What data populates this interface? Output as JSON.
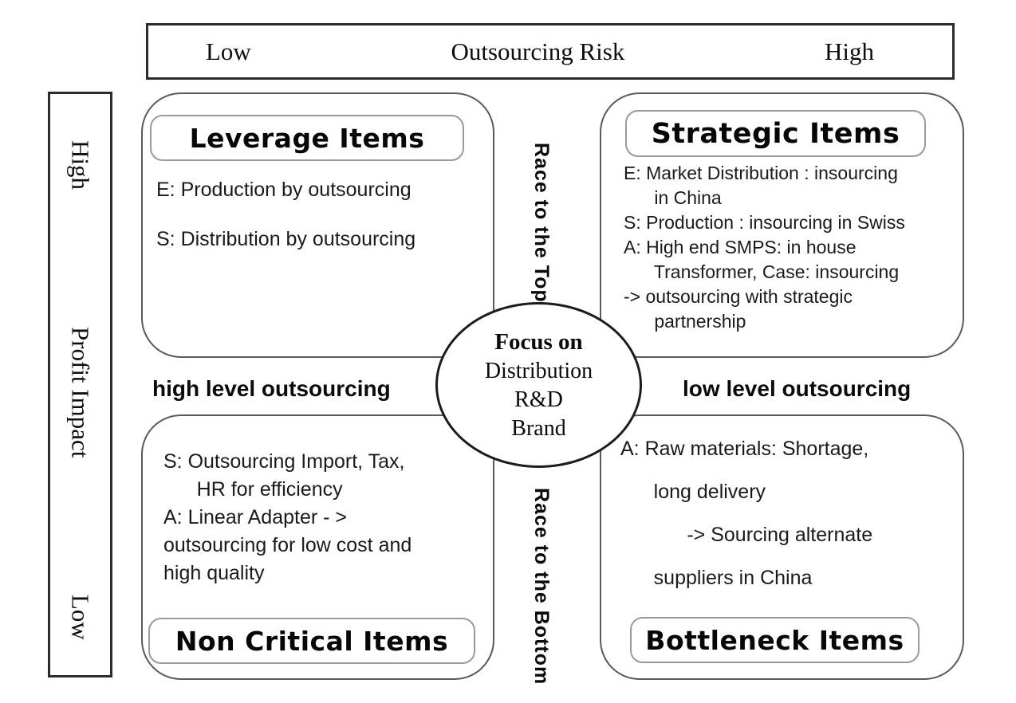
{
  "axes": {
    "top": {
      "low": "Low",
      "title": "Outsourcing Risk",
      "high": "High"
    },
    "left": {
      "high": "High",
      "title": "Profit Impact",
      "low": "Low"
    }
  },
  "quadrants": {
    "leverage": {
      "title": "Leverage Items",
      "body": "E: Production by outsourcing\n\nS: Distribution by outsourcing"
    },
    "strategic": {
      "title": "Strategic Items",
      "body": "E: Market Distribution : insourcing\n      in China\nS: Production : insourcing in Swiss\nA: High end SMPS: in house\n      Transformer, Case: insourcing\n-> outsourcing with strategic\n      partnership"
    },
    "non_critical": {
      "title": "Non Critical Items",
      "body": "S: Outsourcing Import, Tax,\n      HR for efficiency\nA: Linear Adapter - >\noutsourcing for low cost and\nhigh quality"
    },
    "bottleneck": {
      "title": "Bottleneck Items",
      "body": "A: Raw materials: Shortage,\n      long delivery\n            -> Sourcing alternate\n      suppliers in China"
    }
  },
  "middle": {
    "race_top": "Race to the Top",
    "race_bottom": "Race to the Bottom",
    "left_label": "high level outsourcing",
    "right_label": "low level outsourcing"
  },
  "center": {
    "title": "Focus on",
    "items": "Distribution\nR&D\nBrand"
  },
  "colors": {
    "background": "#ffffff",
    "text": "#111111",
    "axis_bar_border": "#2b2b2b",
    "quadrant_border": "#5a5a5a",
    "title_box_border": "#9a9a9a",
    "ellipse_border": "#1c1c1c"
  }
}
